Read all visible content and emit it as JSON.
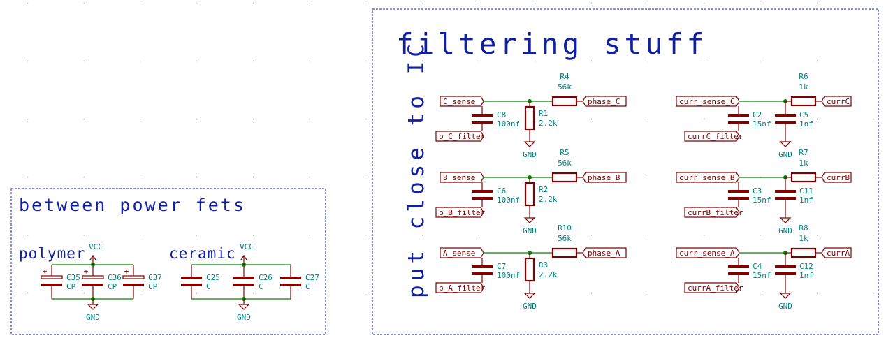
{
  "notes": {
    "power_title": "between power fets",
    "polymer_title": "polymer",
    "ceramic_title": "ceramic",
    "filter_title": "filtering stuff",
    "vertical_note": "put close to IC"
  },
  "power": {
    "polymer": {
      "vcc": "VCC",
      "gnd": "GND",
      "caps": [
        {
          "ref": "C35",
          "value": "CP"
        },
        {
          "ref": "C36",
          "value": "CP"
        },
        {
          "ref": "C37",
          "value": "CP"
        }
      ]
    },
    "ceramic": {
      "vcc": "VCC",
      "gnd": "GND",
      "caps": [
        {
          "ref": "C25",
          "value": "C"
        },
        {
          "ref": "C26",
          "value": "C"
        },
        {
          "ref": "C27",
          "value": "C"
        }
      ]
    }
  },
  "phase_filters": [
    {
      "sense": "C_sense",
      "filter": "p_C_filter",
      "phase": "phase_C",
      "series_ref": "R4",
      "series_val": "56k",
      "cap_ref": "C8",
      "cap_val": "100nf",
      "shunt_ref": "R1",
      "shunt_val": "2.2k",
      "gnd": "GND"
    },
    {
      "sense": "B_sense",
      "filter": "p_B_filter",
      "phase": "phase_B",
      "series_ref": "R5",
      "series_val": "56k",
      "cap_ref": "C6",
      "cap_val": "100nf",
      "shunt_ref": "R2",
      "shunt_val": "2.2k",
      "gnd": "GND"
    },
    {
      "sense": "A_sense",
      "filter": "p_A_filter",
      "phase": "phase_A",
      "series_ref": "R10",
      "series_val": "56k",
      "cap_ref": "C7",
      "cap_val": "100nf",
      "shunt_ref": "R3",
      "shunt_val": "2.2k",
      "gnd": "GND"
    }
  ],
  "current_filters": [
    {
      "sense": "curr_sense_C",
      "filter": "currC_filter",
      "curr": "currC",
      "series_ref": "R6",
      "series_val": "1k",
      "cap_ref": "C2",
      "cap_val": "15nf",
      "shunt_ref": "C5",
      "shunt_val": "1nf",
      "gnd": "GND"
    },
    {
      "sense": "curr_sense_B",
      "filter": "currB_filter",
      "curr": "currB",
      "series_ref": "R7",
      "series_val": "1k",
      "cap_ref": "C3",
      "cap_val": "15nf",
      "shunt_ref": "C11",
      "shunt_val": "1nf",
      "gnd": "GND"
    },
    {
      "sense": "curr_sense_A",
      "filter": "currA_filter",
      "curr": "currA",
      "series_ref": "R8",
      "series_val": "1k",
      "cap_ref": "C4",
      "cap_val": "15nf",
      "shunt_ref": "C12",
      "shunt_val": "1nf",
      "gnd": "GND"
    }
  ],
  "colors": {
    "wire": "#008400",
    "component": "#840000",
    "reference_text": "#008484",
    "note_text": "#1020a0",
    "background": "#ffffff"
  }
}
